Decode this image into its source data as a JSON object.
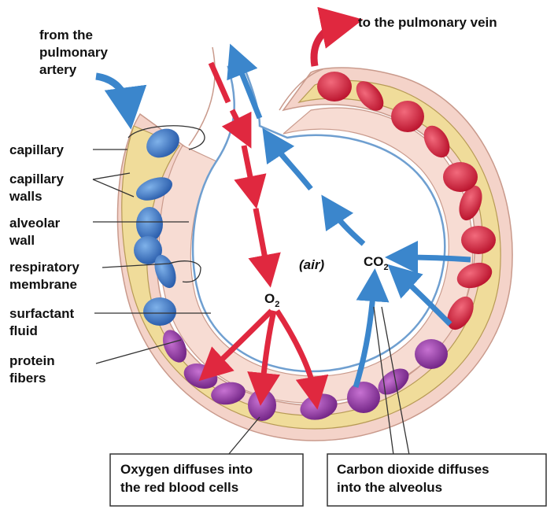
{
  "labels": {
    "from_artery": [
      "from the",
      "pulmonary",
      "artery"
    ],
    "to_vein": "to the pulmonary vein",
    "capillary": "capillary",
    "capillary_walls": [
      "capillary",
      "walls"
    ],
    "alveolar_wall": [
      "alveolar",
      "wall"
    ],
    "respiratory_membrane": [
      "respiratory",
      "membrane"
    ],
    "surfactant_fluid": [
      "surfactant",
      "fluid"
    ],
    "protein_fibers": [
      "protein",
      "fibers"
    ],
    "air": "(air)",
    "o2": {
      "base": "O",
      "sub": "2"
    },
    "co2": {
      "base": "CO",
      "sub": "2"
    }
  },
  "boxes": {
    "oxygen": [
      "Oxygen diffuses into",
      "the red blood cells"
    ],
    "co2": [
      "Carbon dioxide diffuses",
      "into the alveolus"
    ]
  },
  "colors": {
    "deoxygenated_blue": "#3d7fc9",
    "oxygenated_red": "#d9253f",
    "purple_cell": "#8e3a9c",
    "o2_arrow": "#e0283f",
    "co2_arrow": "#3b86cc",
    "capillary_yellow": "#f0dc9a",
    "tissue_pink": "#f4d3c9"
  }
}
